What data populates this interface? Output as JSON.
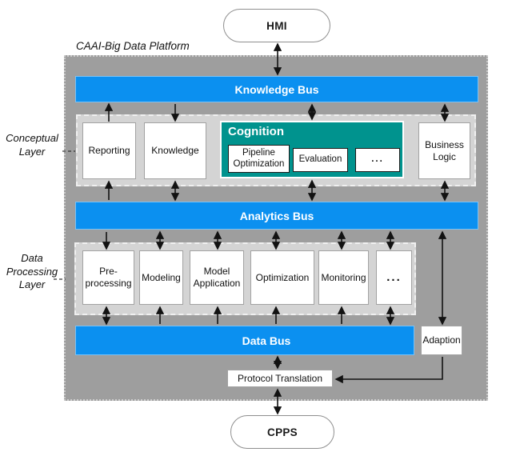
{
  "title": "CAAI-Big Data Platform",
  "hmi": {
    "label": "HMI"
  },
  "cpps": {
    "label": "CPPS"
  },
  "buses": {
    "knowledge": "Knowledge Bus",
    "analytics": "Analytics Bus",
    "data": "Data Bus"
  },
  "conceptual": {
    "layer_label": "Conceptual Layer",
    "boxes": {
      "reporting": "Reporting",
      "knowledge": "Knowledge",
      "business_logic": "Business Logic"
    },
    "cognition": {
      "title": "Cognition",
      "items": [
        "Pipeline Optimization",
        "Evaluation",
        "..."
      ]
    }
  },
  "processing": {
    "layer_label": "Data Processing Layer",
    "boxes": [
      "Pre-processing",
      "Modeling",
      "Model Application",
      "Optimization",
      "Monitoring",
      "..."
    ]
  },
  "bottom": {
    "adaption": "Adaption",
    "protocol_translation": "Protocol Translation"
  },
  "colors": {
    "bus": "#0B90F0",
    "cognition": "#00938E",
    "platform": "#9E9E9E",
    "layer": "#D4D4D4"
  }
}
